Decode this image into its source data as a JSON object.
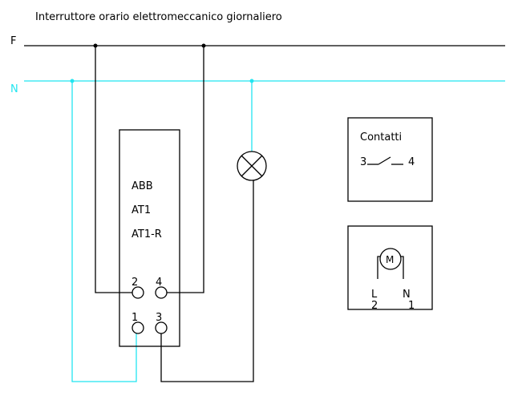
{
  "title": "Interruttore orario elettromeccanico giornaliero",
  "lines": {
    "phase": "F",
    "neutral": "N"
  },
  "device": {
    "line1": "ABB",
    "line2": "AT1",
    "line3": "AT1-R",
    "terminals": [
      "2",
      "4",
      "1",
      "3"
    ]
  },
  "contacts_box": {
    "title": "Contatti",
    "left": "3",
    "right": "4"
  },
  "motor_box": {
    "motor": "M",
    "l": "L",
    "n": "N",
    "l_num": "2",
    "n_num": "1"
  },
  "colors": {
    "phase": "#000000",
    "neutral": "#22e5f0"
  }
}
